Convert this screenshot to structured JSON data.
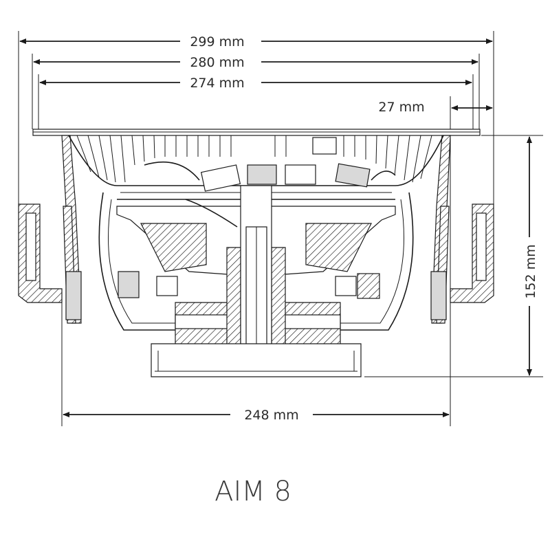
{
  "title": "AIM 8",
  "dimensions": {
    "overall_width": "299 mm",
    "flange_width": "280 mm",
    "cutout_width": "274 mm",
    "flange_to_clamp": "27 mm",
    "depth": "152 mm",
    "body_width": "248 mm"
  }
}
